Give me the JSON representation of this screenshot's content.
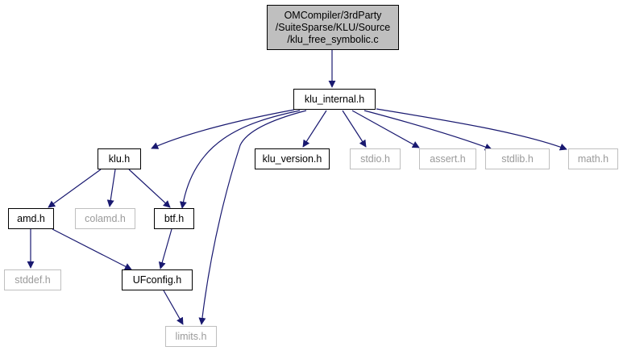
{
  "root": {
    "lines": [
      "OMCompiler/3rdParty",
      "/SuiteSparse/KLU/Source",
      "/klu_free_symbolic.c"
    ]
  },
  "nodes": {
    "klu_internal": "klu_internal.h",
    "klu": "klu.h",
    "klu_version": "klu_version.h",
    "stdio": "stdio.h",
    "assert": "assert.h",
    "stdlib": "stdlib.h",
    "math": "math.h",
    "amd": "amd.h",
    "colamd": "colamd.h",
    "btf": "btf.h",
    "stddef": "stddef.h",
    "ufconfig": "UFconfig.h",
    "limits": "limits.h"
  },
  "colors": {
    "edge": "#191970",
    "root_fill": "#bfbfbf",
    "missing_border": "#bfbfbf",
    "missing_text": "#9a9a9a"
  }
}
